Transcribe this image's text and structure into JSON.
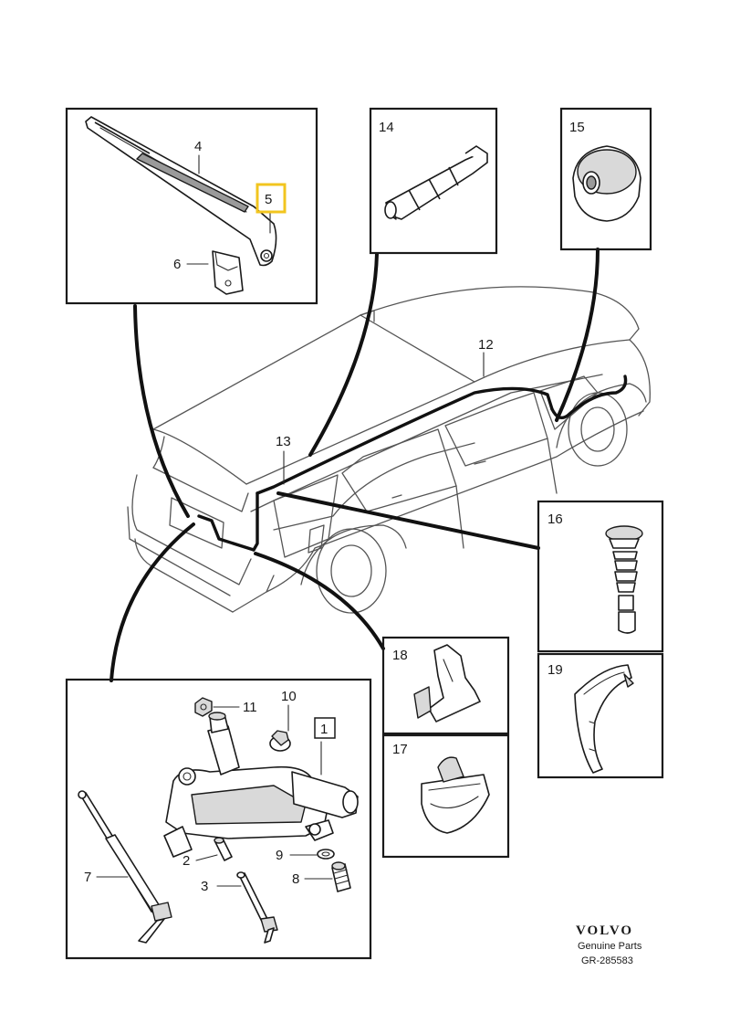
{
  "callouts": {
    "c1": "1",
    "c2": "2",
    "c3": "3",
    "c4": "4",
    "c5": "5",
    "c6": "6",
    "c7": "7",
    "c8": "8",
    "c9": "9",
    "c10": "10",
    "c11": "11",
    "c12": "12",
    "c13": "13",
    "c14": "14",
    "c15": "15",
    "c16": "16",
    "c17": "17",
    "c18": "18",
    "c19": "19"
  },
  "highlighted_callout": "5",
  "footer": {
    "brand": "VOLVO",
    "subtitle": "Genuine Parts",
    "reference": "GR-285583"
  },
  "colors": {
    "highlight": "#f2c51f",
    "ink": "#1a1a1a"
  }
}
